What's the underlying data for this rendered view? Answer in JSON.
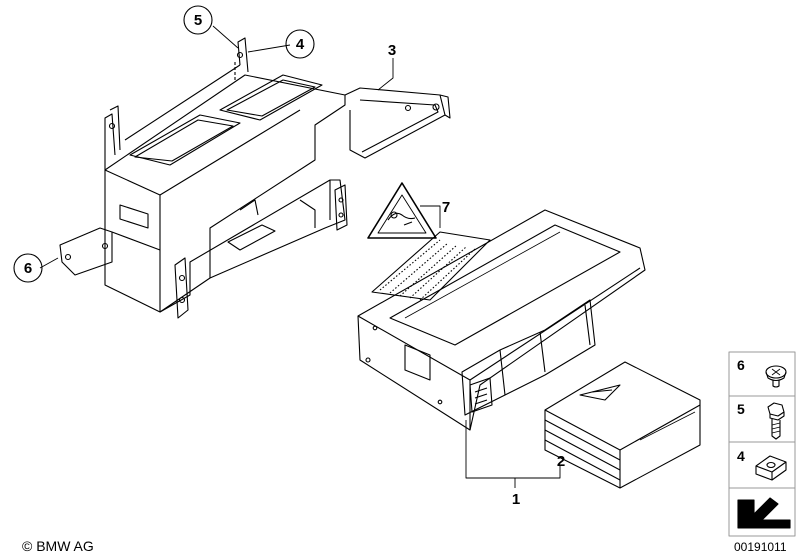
{
  "callouts": {
    "c1": "1",
    "c2": "2",
    "c3": "3",
    "c4": "4",
    "c5": "5",
    "c6": "6",
    "c7": "7"
  },
  "side_panel": {
    "items": [
      {
        "number": "6",
        "icon": "screw-torx-icon"
      },
      {
        "number": "5",
        "icon": "bolt-hex-icon"
      },
      {
        "number": "4",
        "icon": "clip-nut-icon"
      }
    ],
    "arrow_icon": "arrow-continuation-icon"
  },
  "footer": {
    "copyright": "© BMW AG",
    "document_number": "00191011"
  },
  "colors": {
    "line": "#000000",
    "background": "#ffffff",
    "panel_border": "#999999"
  }
}
